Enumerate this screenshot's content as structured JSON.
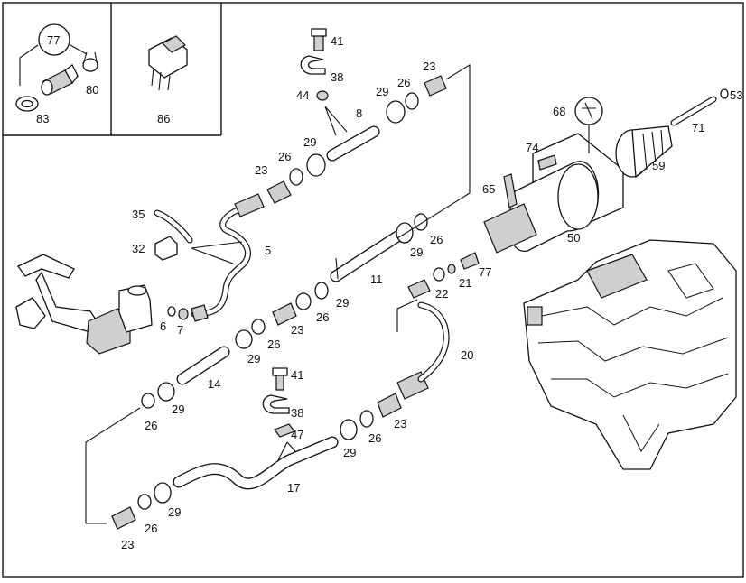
{
  "labels": {
    "p77_top": "77",
    "p80": "80",
    "p83": "83",
    "p86": "86",
    "p41_top": "41",
    "p38_top": "38",
    "p44": "44",
    "p8": "8",
    "p23_a": "23",
    "p26_a": "26",
    "p29_a": "29",
    "p29_b": "29",
    "p26_b": "26",
    "p23_b": "23",
    "p35": "35",
    "p32": "32",
    "p5": "5",
    "p6": "6",
    "p7": "7",
    "p29_c": "29",
    "p26_c": "26",
    "p11": "11",
    "p26_d": "26",
    "p23_c": "23",
    "p29_d": "29",
    "p26_e": "26",
    "p29_e": "29",
    "p14": "14",
    "p26_f": "26",
    "p29_f": "29",
    "p41_mid": "41",
    "p38_mid": "38",
    "p47": "47",
    "p17": "17",
    "p26_g": "26",
    "p29_g": "29",
    "p23_d": "23",
    "p29_h": "29",
    "p26_h": "26",
    "p23_e": "23",
    "p20": "20",
    "p22": "22",
    "p21": "21",
    "p77_mid": "77",
    "p65": "65",
    "p50": "50",
    "p74": "74",
    "p68": "68",
    "p59": "59",
    "p71": "71",
    "p53": "53"
  }
}
